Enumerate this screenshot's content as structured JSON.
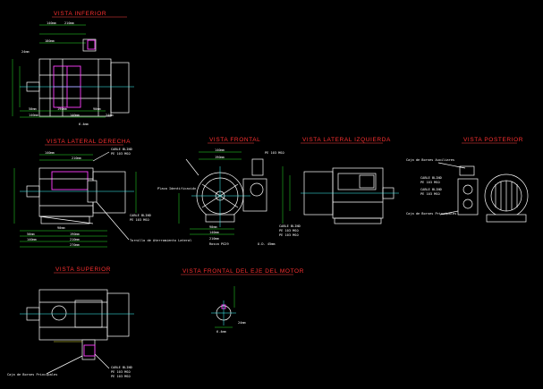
{
  "views": {
    "inferior": "VISTA INFERIOR",
    "lateral_derecha": "VISTA LATERAL DERECHA",
    "frontal": "VISTA FRONTAL",
    "lateral_izquierda": "VISTA LATERAL IZQUIERDA",
    "posterior": "VISTA POSTERIOR",
    "superior": "VISTA SUPERIOR",
    "frontal_eje": "VISTA FRONTAL DEL EJE DEL MOTOR"
  },
  "labels": {
    "caja_bornes": "Caja de Bornes Principales",
    "caja_bornes_aux": "Caja de Bornes Auxiliares",
    "cable_blind_1": "CABLE BLIND",
    "cable_blind_2": "PE 103 MSO",
    "tornillo": "Tornillo de Aterramiento Lateral",
    "placa": "Placa Identificación",
    "rosca": "Rosca PG29",
    "ojo": "O.D. 45mm",
    "dim_24": "24mm",
    "dim_140": "140mm",
    "dim_190": "190mm",
    "dim_210": "210mm",
    "dim_270": "270mm",
    "dim_6": "6.4mm",
    "dim_50": "50mm",
    "dim_90": "90mm",
    "dim_180": "180mm"
  },
  "colors": {
    "background": "#000000",
    "title": "#ff3030",
    "line": "#ffffff",
    "dimension": "#30ff30",
    "accent": "#ff40ff",
    "cyan": "#40ffff",
    "yellow": "#ffff40"
  }
}
